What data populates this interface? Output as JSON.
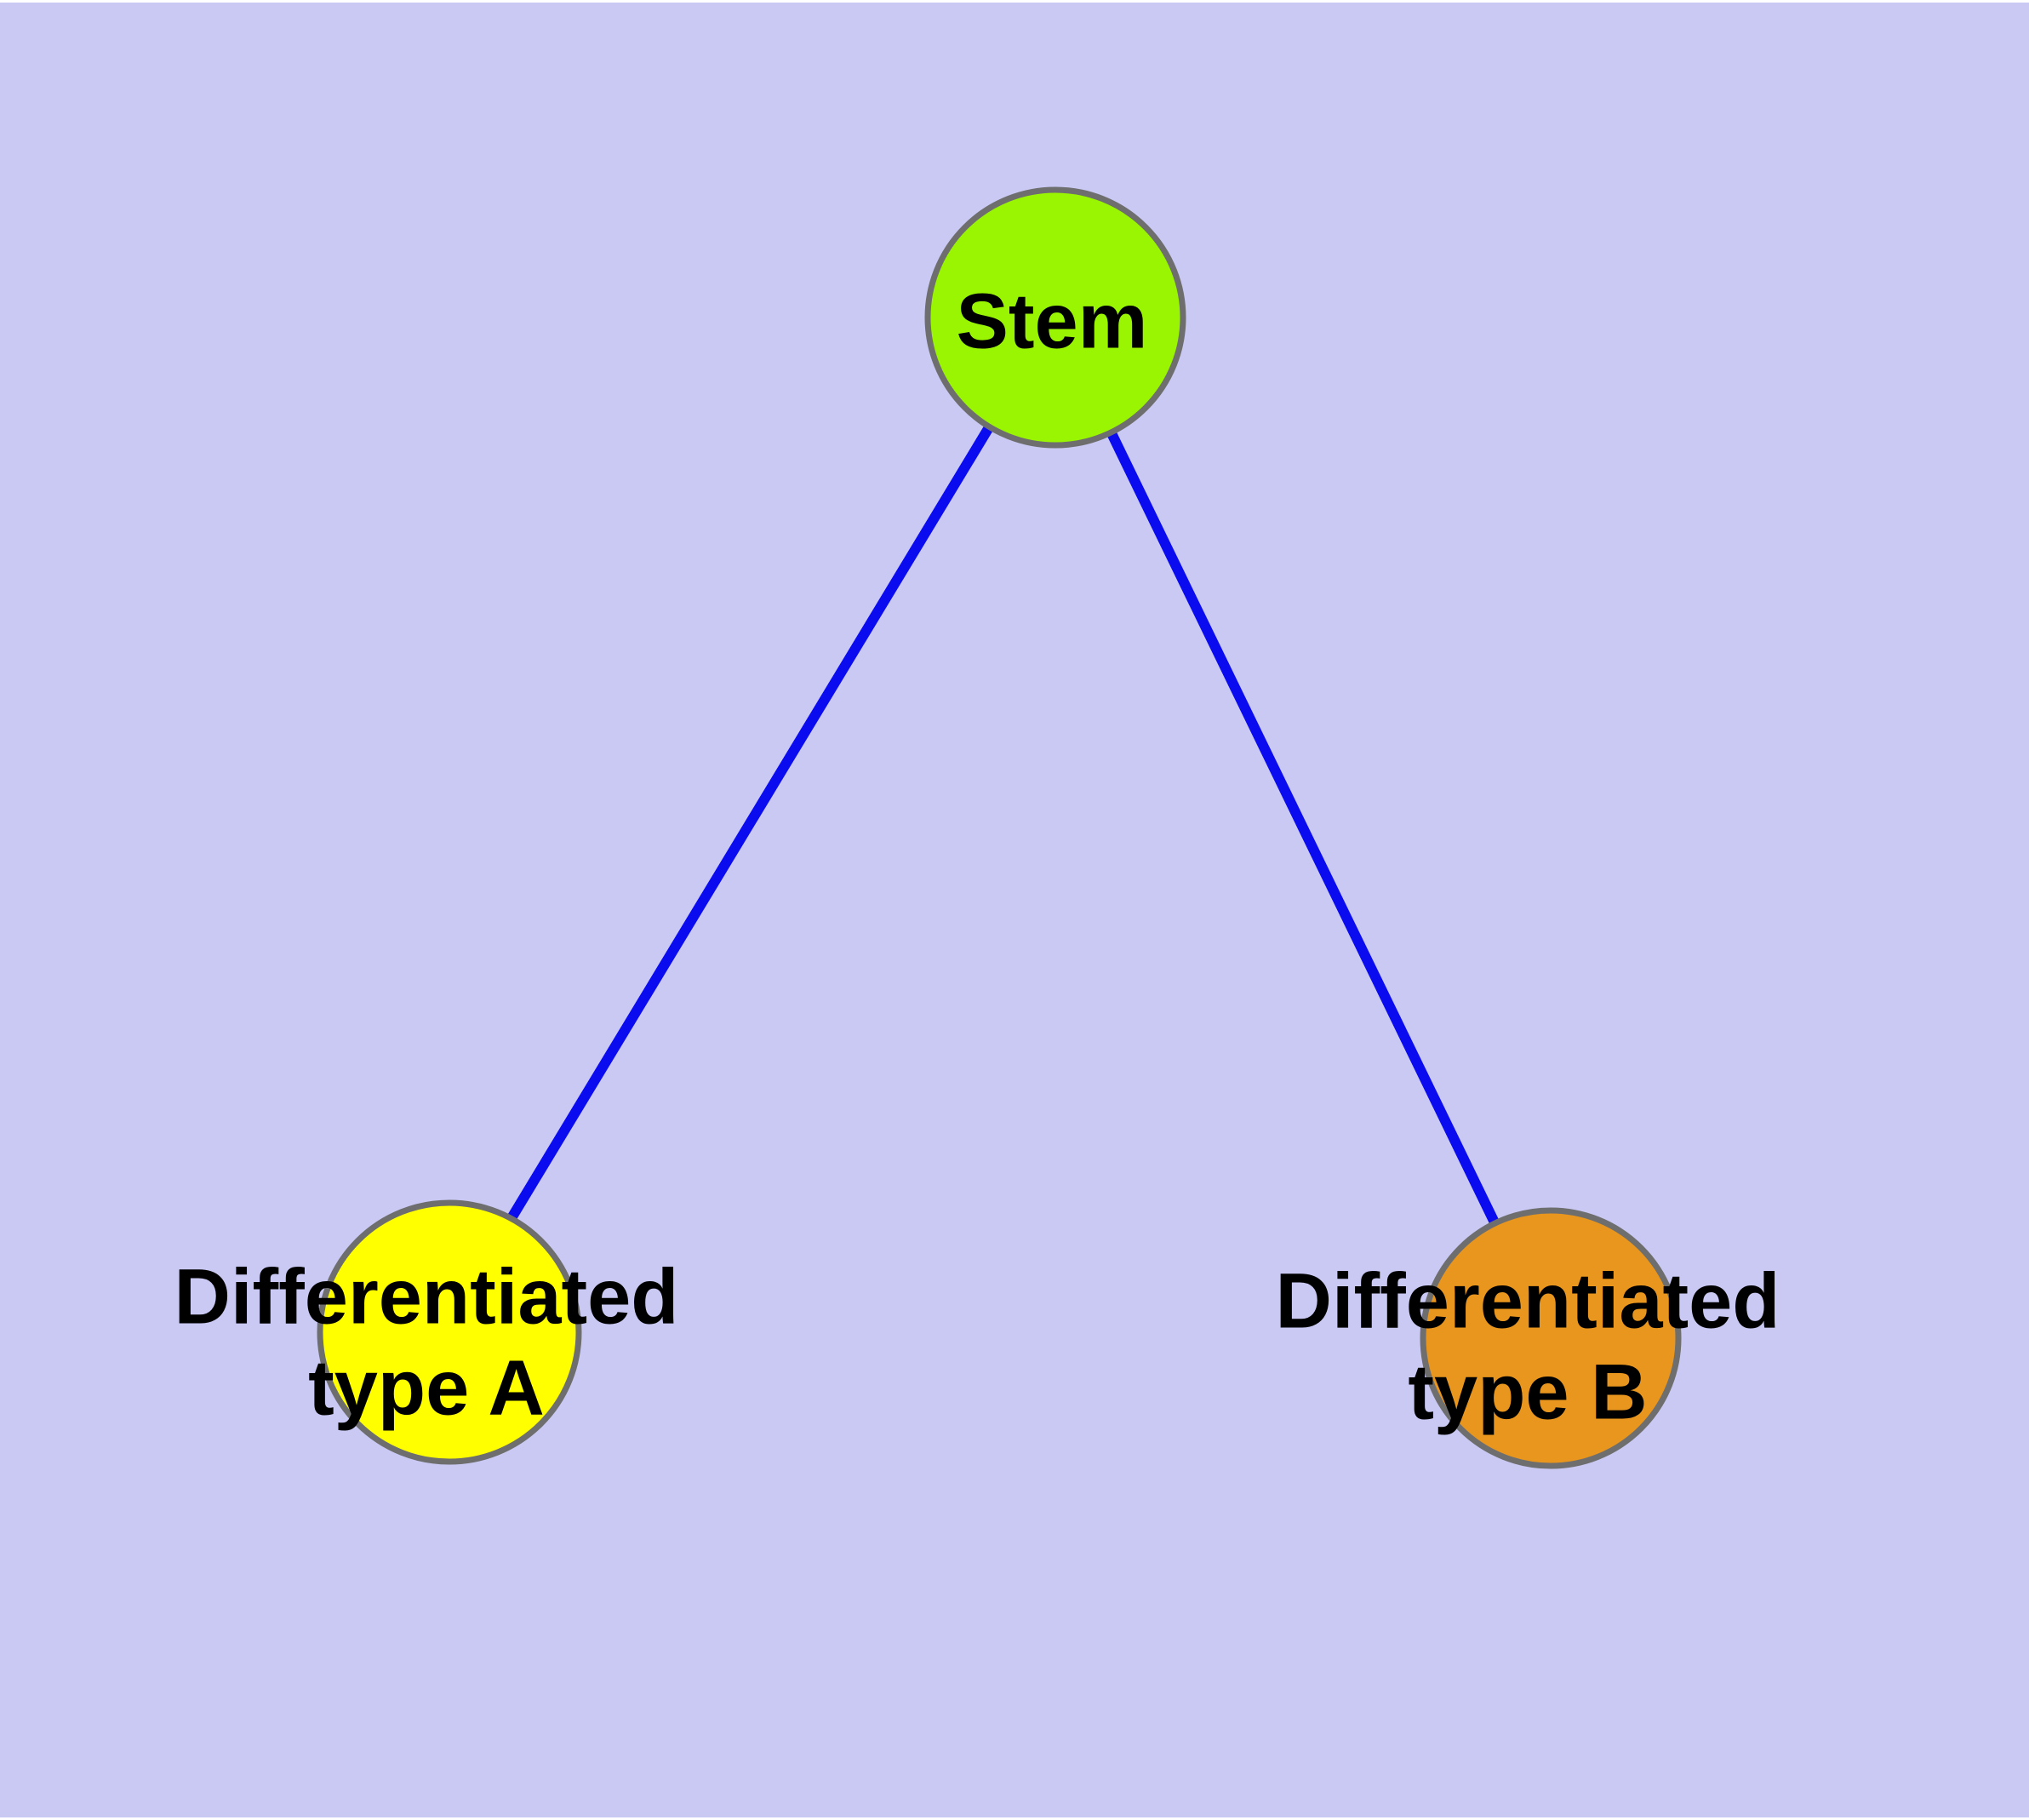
{
  "diagram": {
    "background_color": "#C9C9F4",
    "node_border_color": "#6E6E6E",
    "edge_color": "#0B0BF0",
    "nodes": {
      "stem": {
        "label": "Stem",
        "fill": "#99F502"
      },
      "type_a": {
        "label": "Differentiated\ntype A",
        "fill": "#FFFF00"
      },
      "type_b": {
        "label": "Differentiated\ntype B",
        "fill": "#E8961E"
      }
    },
    "edges": [
      {
        "from": "Stem",
        "to": "Differentiated type A"
      },
      {
        "from": "Stem",
        "to": "Differentiated type B"
      }
    ]
  }
}
